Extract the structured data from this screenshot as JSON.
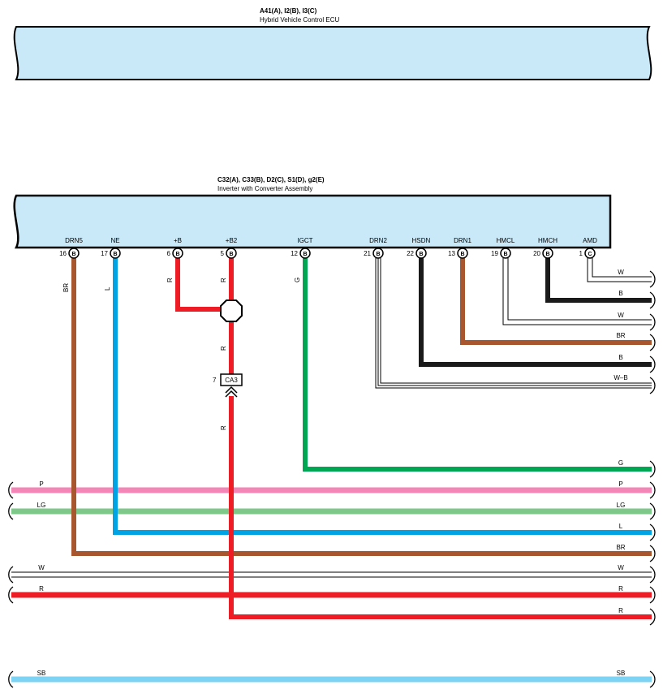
{
  "ecu": {
    "connectors": "A41(A), I2(B), I3(C)",
    "name": "Hybrid Vehicle Control ECU"
  },
  "inverter": {
    "connectors": "C32(A), C33(B), D2(C), S1(D), g2(E)",
    "name": "Inverter with Converter Assembly",
    "terminals": [
      {
        "label": "DRN5",
        "pin": "16",
        "conn": "B"
      },
      {
        "label": "NE",
        "pin": "17",
        "conn": "B"
      },
      {
        "label": "+B",
        "pin": "6",
        "conn": "B"
      },
      {
        "label": "+B2",
        "pin": "5",
        "conn": "B"
      },
      {
        "label": "IGCT",
        "pin": "12",
        "conn": "B"
      },
      {
        "label": "DRN2",
        "pin": "21",
        "conn": "B"
      },
      {
        "label": "HSDN",
        "pin": "22",
        "conn": "B"
      },
      {
        "label": "DRN1",
        "pin": "13",
        "conn": "B"
      },
      {
        "label": "HMCL",
        "pin": "19",
        "conn": "B"
      },
      {
        "label": "HMCH",
        "pin": "20",
        "conn": "B"
      },
      {
        "label": "AMD",
        "pin": "1",
        "conn": "C"
      }
    ]
  },
  "vertical_wire_labels": [
    "BR",
    "L",
    "R",
    "R",
    "R",
    "R",
    "G"
  ],
  "connector_ca3": {
    "pin": "7",
    "name": "CA3"
  },
  "right_wire_labels": [
    "W",
    "B",
    "W",
    "BR",
    "B",
    "W–B"
  ],
  "bus_wire_labels": [
    "G",
    "P",
    "LG",
    "L",
    "BR",
    "W",
    "R",
    "R",
    "SB"
  ],
  "colors": {
    "red": "#ee1c25",
    "blue": "#00a4e4",
    "green": "#00a651",
    "brown": "#a8562e",
    "black": "#1a1a1a",
    "pink": "#f386b6",
    "lightgreen": "#7ec88a",
    "skyblue": "#7dd3f3",
    "panel": "#c9e8f8"
  }
}
